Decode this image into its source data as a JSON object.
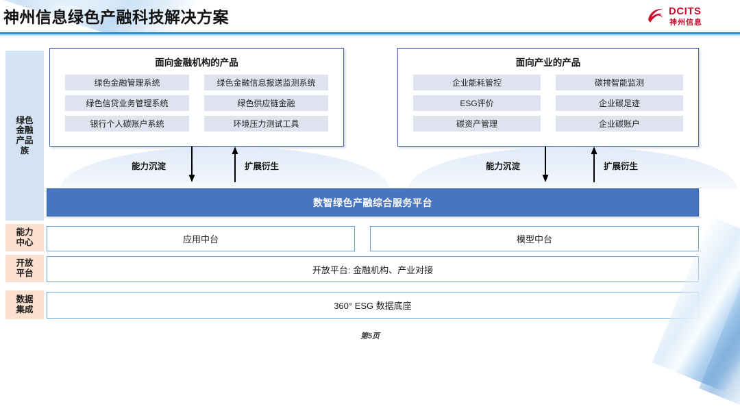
{
  "header": {
    "title": "神州信息绿色产融科技解决方案",
    "logo_text": "DCITS",
    "logo_subtext": "神州信息",
    "brand_color": "#c8102e",
    "rule_color": "#2e8fd6"
  },
  "sidebar": {
    "items": [
      {
        "label": "绿色\n金融\n产品\n族",
        "color": "#d4e3f3"
      },
      {
        "label": "能力\n中心",
        "color": "#fbe0cf"
      },
      {
        "label": "开放\n平台",
        "color": "#fbe0cf"
      },
      {
        "label": "数据\n集成",
        "color": "#fbe0cf"
      }
    ]
  },
  "panels": [
    {
      "title": "面向金融机构的产品",
      "tiles": [
        "绿色金融管理系统",
        "绿色金融信息报送监测系统",
        "绿色信贷业务管理系统",
        "绿色供应链金融",
        "银行个人碳账户系统",
        "环境压力测试工具"
      ]
    },
    {
      "title": "面向产业的产品",
      "tiles": [
        "企业能耗管控",
        "碳排智能监测",
        "ESG评价",
        "企业碳足迹",
        "碳资产管理",
        "企业碳账户"
      ]
    }
  ],
  "flows": {
    "left": {
      "down_label": "能力沉淀",
      "up_label": "扩展衍生"
    },
    "right": {
      "down_label": "能力沉淀",
      "up_label": "扩展衍生"
    }
  },
  "platform": {
    "label": "数智绿色产融综合服务平台",
    "color": "#4775c0"
  },
  "rows": {
    "app_middle": "应用中台",
    "model_middle": "模型中台",
    "open_platform": "开放平台: 金融机构、产业对接",
    "data_base": "360° ESG 数据底座"
  },
  "footer": {
    "page_label": "第5页"
  }
}
